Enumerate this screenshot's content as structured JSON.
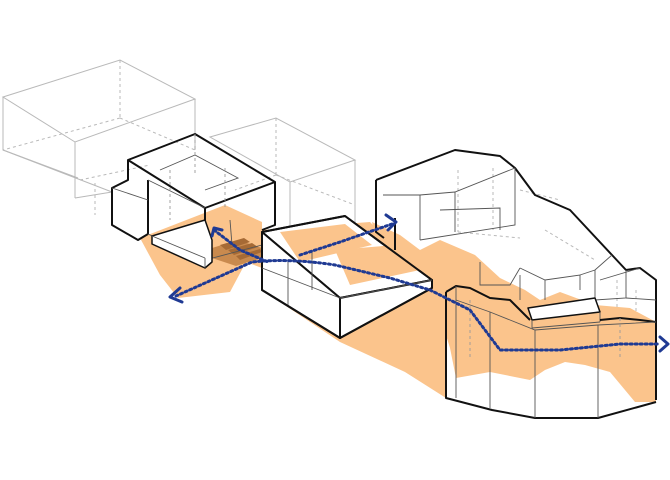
{
  "diagram": {
    "kind": "axonometric-circulation-diagram",
    "colors": {
      "background": "#ffffff",
      "ground_fill": "#fbc48c",
      "ground_fill_dark": "#c98a4e",
      "solid_outline": "#111111",
      "ghost_outline": "#b9b9b9",
      "path_line": "#1f3a93"
    },
    "elements": {
      "ghost_volumes": 3,
      "solid_volumes": 5,
      "path_arrows": [
        "left",
        "upper-right",
        "right"
      ],
      "stair_icon": "stair-icon"
    }
  }
}
